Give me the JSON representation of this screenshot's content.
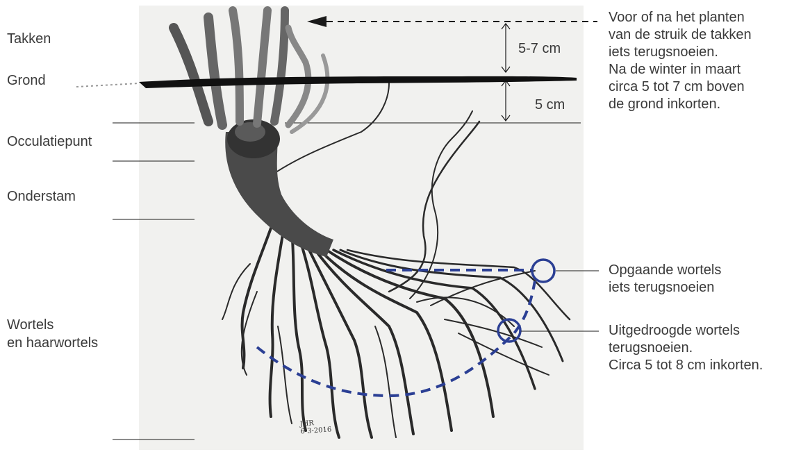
{
  "left_labels": {
    "takken": "Takken",
    "grond": "Grond",
    "occulatiepunt": "Occulatiepunt",
    "onderstam": "Onderstam",
    "wortels": [
      "Wortels",
      "en haarwortels"
    ]
  },
  "measurements": {
    "upper": "5-7 cm",
    "lower": "5 cm"
  },
  "notes": {
    "takken_note": [
      "Voor of na het planten",
      "van de struik de takken",
      "iets terugsnoeien.",
      "Na de winter in maart",
      "circa 5 tot 7 cm boven",
      "de grond inkorten."
    ],
    "opgaande_note": [
      "Opgaande wortels",
      "iets terugsnoeien"
    ],
    "uitgedroogde_note": [
      "Uitgedroogde wortels",
      "terugsnoeien.",
      "Circa 5 tot 8 cm inkorten."
    ]
  },
  "signature": [
    "JHR",
    "6-3-2016"
  ],
  "colors": {
    "accent_blue": "#2b3f94",
    "ink": "#1a1a1a",
    "text": "#3a3a3a",
    "paper": "#f1f1ef"
  }
}
